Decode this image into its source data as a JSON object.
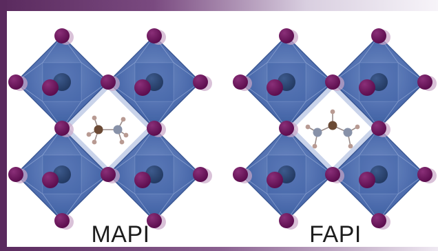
{
  "figure": {
    "panels": [
      {
        "id": "mapi",
        "label": "MAPI",
        "molecule": "methylammonium"
      },
      {
        "id": "fapi",
        "label": "FAPI",
        "molecule": "formamidinium"
      }
    ],
    "colors": {
      "octahedron": "#3f61a6",
      "octahedron_dark": "#2f4f93",
      "octahedron_light": "#6a86c2",
      "b_site_atom": "#233a63",
      "x_site_atom": "#5c0d4e",
      "x_site_atom_faint": "#c9a7c8",
      "carbon": "#6b4a35",
      "nitrogen": "#8791a8",
      "hydrogen": "#b89a92",
      "frame_accent": "#5a2a5e"
    }
  }
}
